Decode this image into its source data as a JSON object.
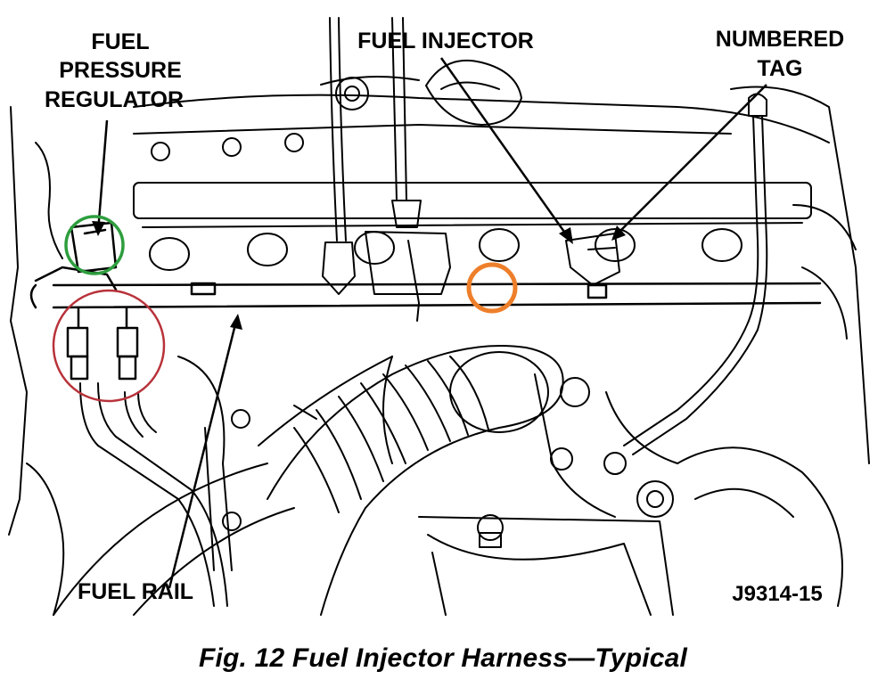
{
  "labels": {
    "fuel_pressure_regulator": [
      "FUEL",
      "PRESSURE",
      "REGULATOR"
    ],
    "fuel_injector": "FUEL INJECTOR",
    "numbered_tag": [
      "NUMBERED",
      "TAG"
    ],
    "fuel_rail": "FUEL RAIL",
    "figure_id": "J9314-15"
  },
  "caption": "Fig. 12 Fuel Injector Harness—Typical",
  "highlights": [
    {
      "name": "fuel-pressure-regulator-highlight",
      "color": "#2e9e3e"
    },
    {
      "name": "fuel-line-fittings-highlight",
      "color": "#b8323a"
    },
    {
      "name": "injector-connector-highlight",
      "color": "#ee7f2a"
    }
  ]
}
